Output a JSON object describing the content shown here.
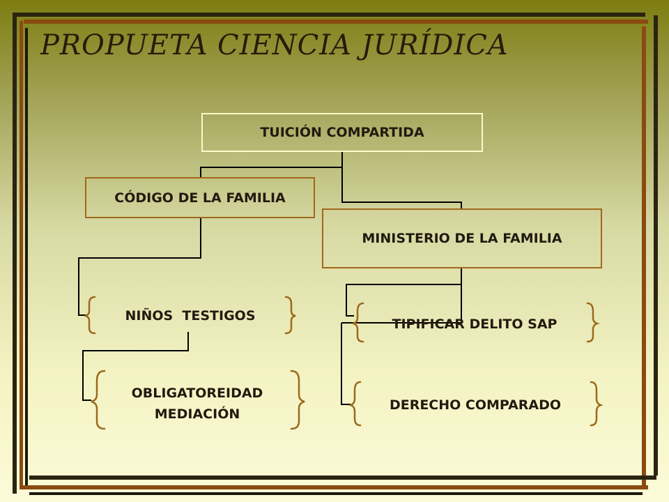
{
  "slide": {
    "title": "PROPUETA CIENCIA JURÍDICA"
  },
  "diagram": {
    "root": "TUICIÓN COMPARTIDA",
    "left_branch": "CÓDIGO DE LA FAMILIA",
    "right_branch": "MINISTERIO DE LA FAMILIA",
    "left_children": [
      "NIÑOS  TESTIGOS",
      "OBLIGATOREIDAD",
      "MEDIACIÓN"
    ],
    "right_children": [
      "TIPIFICAR DELITO SAP",
      "DERECHO COMPARADO"
    ]
  },
  "colors": {
    "box_border_root": "#fff8c8",
    "box_border_branch": "#a0681a",
    "connector": "#000000",
    "brace": "#9a6a1c",
    "frame_dark": "#2a2410",
    "frame_brown": "#8a4a10",
    "frame_light": "#eceabb"
  }
}
